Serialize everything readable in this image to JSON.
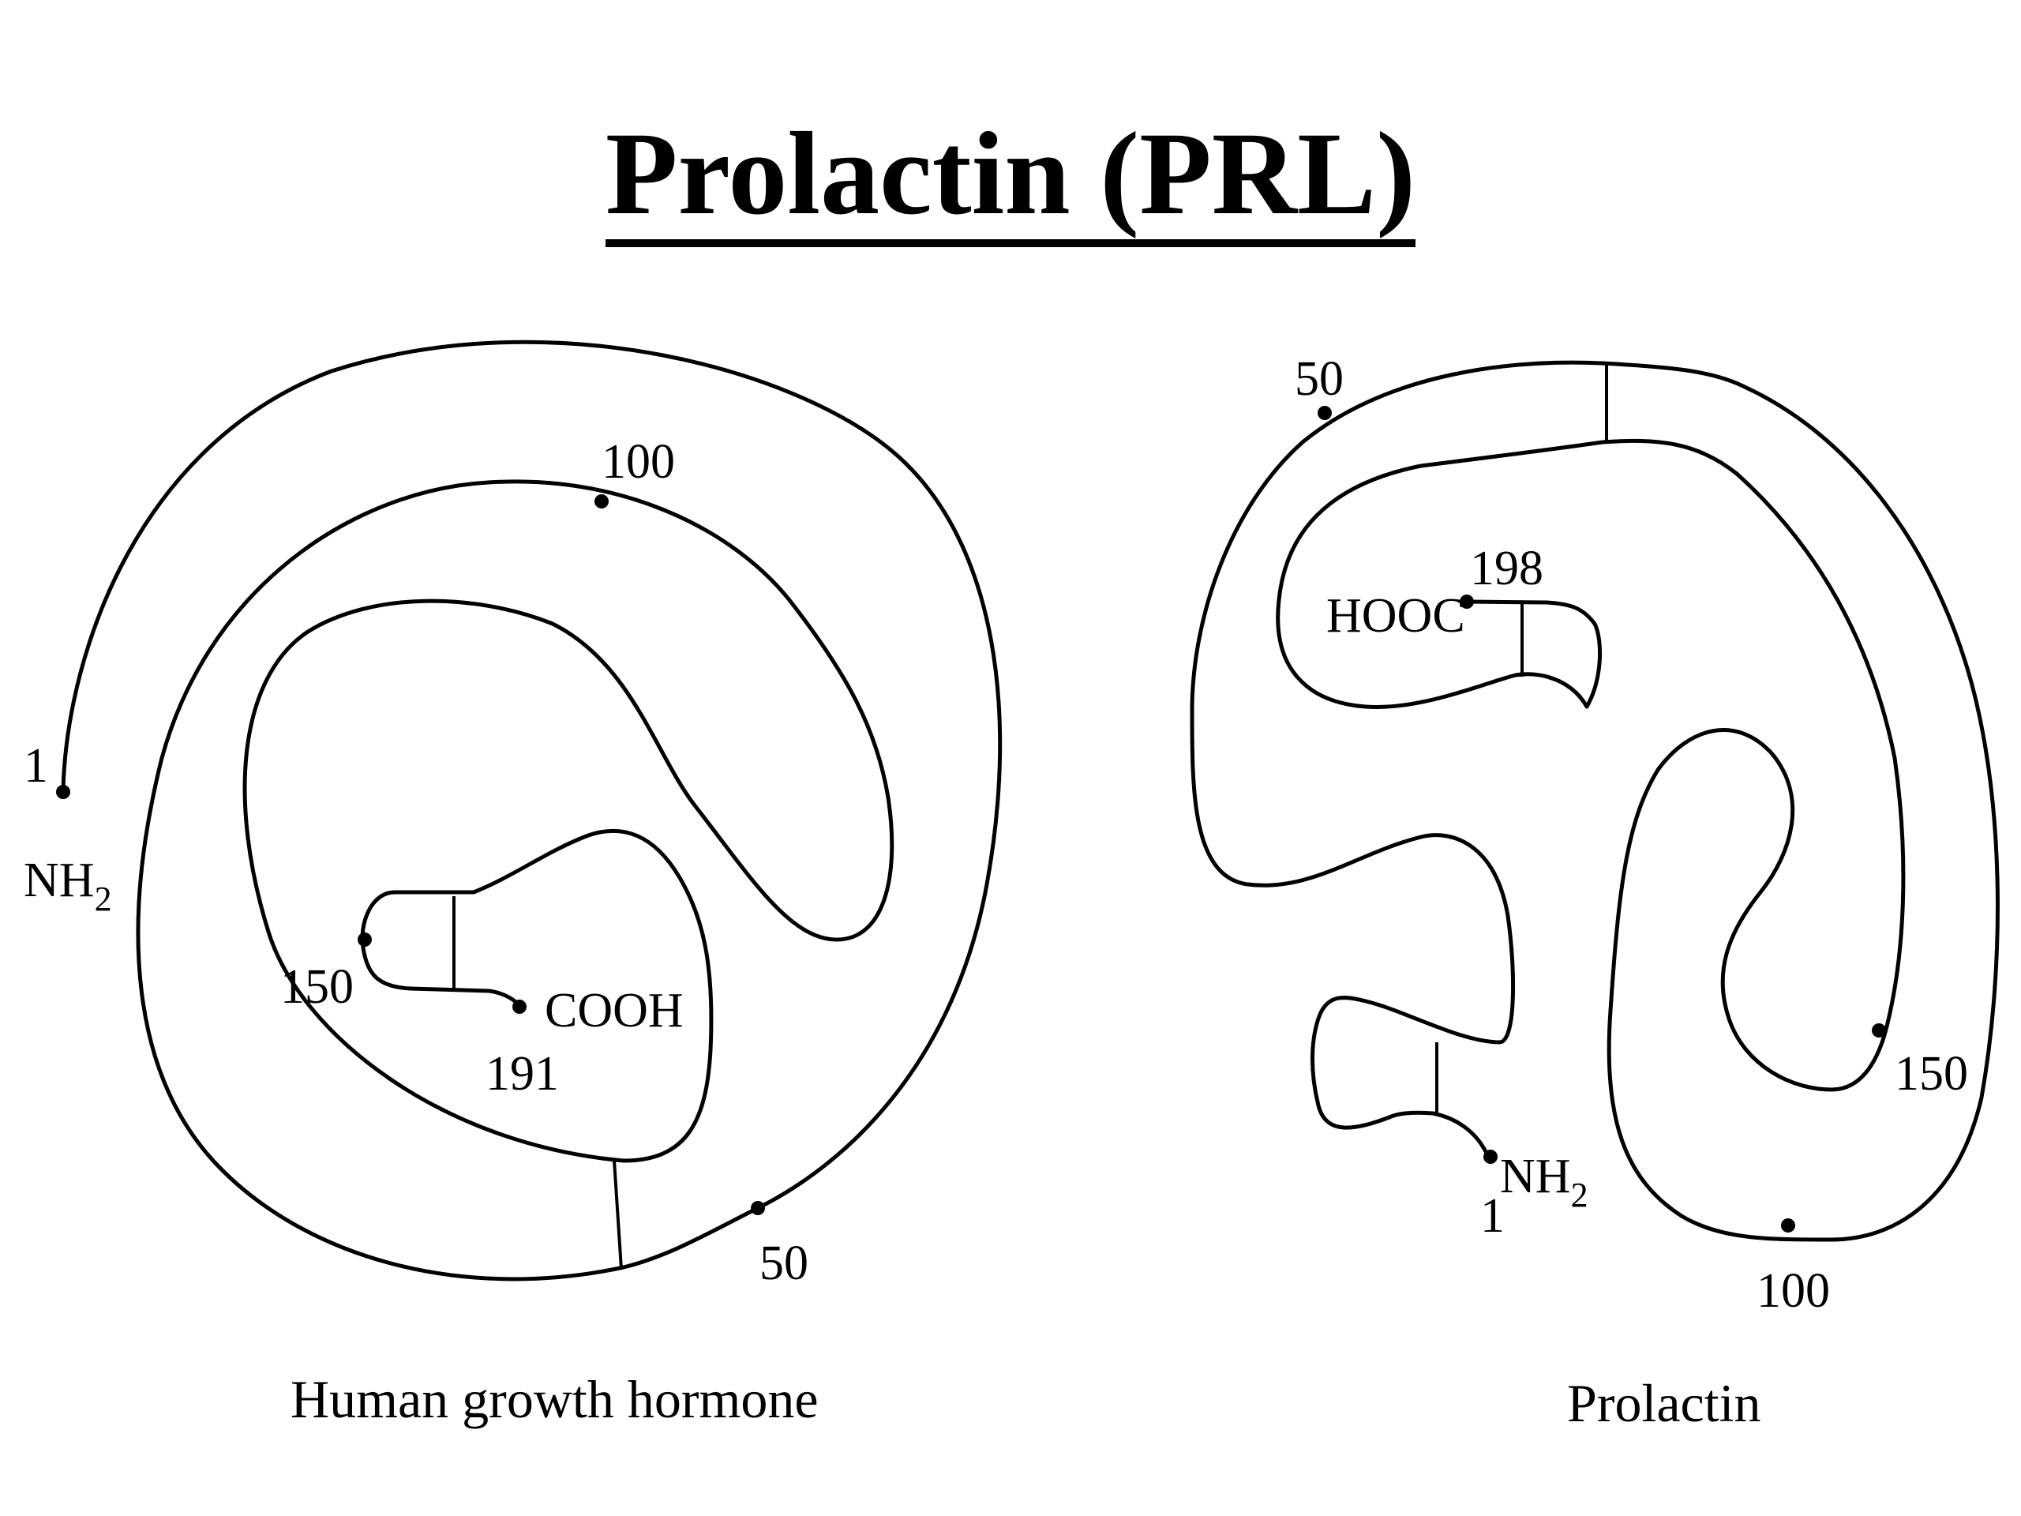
{
  "title": "Prolactin  (PRL)",
  "left": {
    "caption": "Human growth hormone",
    "n_terminus_number": "1",
    "n_terminus": "NH",
    "n_terminus_sub": "2",
    "residue_100": "100",
    "residue_150": "150",
    "residue_191": "191",
    "residue_50": "50",
    "c_terminus": "COOH"
  },
  "right": {
    "caption": "Prolactin",
    "residue_50": "50",
    "residue_198": "198",
    "c_terminus": "HOOC",
    "residue_150": "150",
    "residue_100": "100",
    "n_terminus_number": "1",
    "n_terminus": "NH",
    "n_terminus_sub": "2"
  }
}
